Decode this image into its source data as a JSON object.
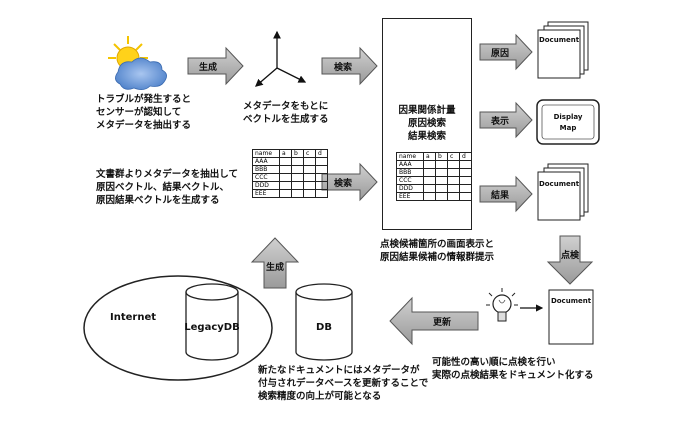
{
  "labels": {
    "generate1": "生成",
    "search1": "検索",
    "search2": "検索",
    "cause": "原因",
    "display": "表示",
    "result": "結果",
    "inspect": "点検",
    "update": "更新",
    "generate2": "生成"
  },
  "texts": {
    "trouble": "トラブルが発生すると\nセンサーが認知して\nメタデータを抽出する",
    "vector": "メタデータをもとに\nベクトルを生成する",
    "docgroup": "文書群よりメタデータを抽出して\n原因ベクトル、結果ベクトル、\n原因結果ベクトルを生成する",
    "central": "因果関係計量\n原因検索\n結果検索",
    "inspection_display": "点検候補箇所の画面表示と\n原因結果候補の情報群提示",
    "priority": "可能性の高い順に点検を行い\n実際の点検結果をドキュメント化する",
    "newdoc": "新たなドキュメントにはメタデータが\n付与されデータベースを更新することで\n検索精度の向上が可能となる"
  },
  "documents": {
    "doc1": "Document",
    "doc2": "Document",
    "doc3": "Document",
    "display_map_line1": "Display",
    "display_map_line2": "Map"
  },
  "databases": {
    "internet": "Internet",
    "legacy": "LegacyDB",
    "db": "DB"
  },
  "table": {
    "headers": [
      "name",
      "a",
      "b",
      "c",
      "d"
    ],
    "rows": [
      "AAA",
      "BBB",
      "CCC",
      "DDD",
      "EEE"
    ]
  }
}
